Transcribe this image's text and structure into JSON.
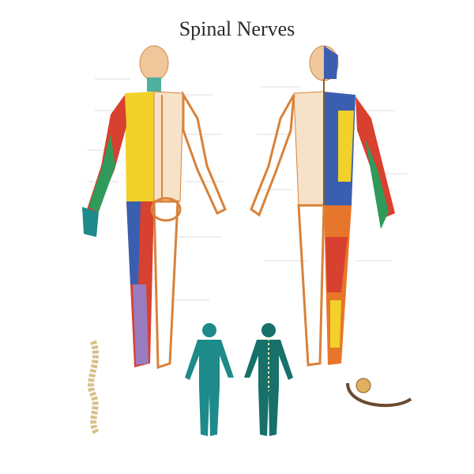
{
  "poster": {
    "title": "Spinal Nerves",
    "colors": {
      "skeleton": "#d9823a",
      "dermatome_teal": "#1e8a8a",
      "dermatome_yellow": "#f2d12a",
      "dermatome_red": "#d8402f",
      "dermatome_blue": "#3b5fb0",
      "dermatome_green": "#2f9a5a",
      "dermatome_purple": "#9a7cc0"
    },
    "figures": [
      "front-view",
      "back-view",
      "front-dermatome-small",
      "back-dermatome-small",
      "spinal-column",
      "spinal-nerve-detail"
    ]
  }
}
